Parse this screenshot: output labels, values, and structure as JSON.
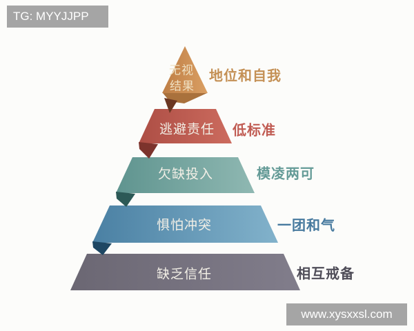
{
  "watermarks": {
    "top_left": "TG: MYYJJPP",
    "bottom_right": "www.xysxxsl.com"
  },
  "diagram": {
    "type": "pyramid",
    "levels": [
      {
        "rank": 1,
        "label": "无视结果",
        "label_line1": "无视",
        "label_line2": "结果",
        "side_label": "地位和自我",
        "band_color": "#CE9257",
        "side_label_color": "#C49055"
      },
      {
        "rank": 2,
        "label": "逃避责任",
        "side_label": "低标准",
        "band_color": "#C25B51",
        "side_label_color": "#C05B52"
      },
      {
        "rank": 3,
        "label": "欠缺投入",
        "side_label": "模凌两可",
        "band_color": "#7AA9A5",
        "side_label_color": "#649B97"
      },
      {
        "rank": 4,
        "label": "惧怕冲突",
        "side_label": "一团和气",
        "band_color": "#5F97B7",
        "side_label_color": "#46799E"
      },
      {
        "rank": 5,
        "label": "缺乏信任",
        "side_label": "相互戒备",
        "band_color": "#767280",
        "side_label_color": "#4F4D58"
      }
    ]
  }
}
